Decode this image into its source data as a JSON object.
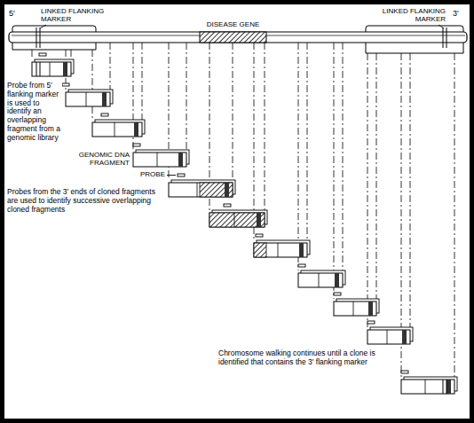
{
  "diagram": {
    "labels": [
      "5′",
      "LINKED FLANKING MARKER",
      "LINKED FLANKING MARKER",
      "3′",
      "DISEASE GENE",
      "Probe from 5′ flanking marker is used to identify an overlapping fragment from a genomic library",
      "GENOMIC DNA FRAGMENT",
      "PROBE",
      "Probes from the 3′ ends of cloned fragments are used to identify successive overlapping cloned fragments",
      "Chromosome walking continues until a clone is identified that contains the 3′ flanking marker"
    ]
  }
}
